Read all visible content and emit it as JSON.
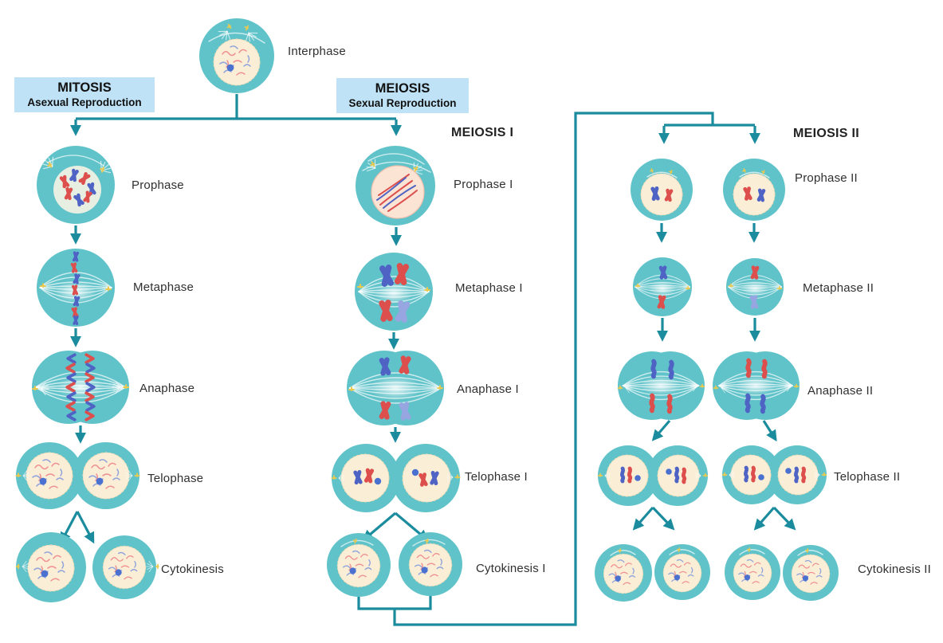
{
  "interphase": {
    "label": "Interphase"
  },
  "mitosis": {
    "header": {
      "title": "MITOSIS",
      "subtitle": "Asexual Reproduction"
    },
    "stages": [
      {
        "label": "Prophase"
      },
      {
        "label": "Metaphase"
      },
      {
        "label": "Anaphase"
      },
      {
        "label": "Telophase"
      },
      {
        "label": "Cytokinesis"
      }
    ]
  },
  "meiosis": {
    "header": {
      "title": "MEIOSIS",
      "subtitle": "Sexual Reproduction"
    },
    "phase1": {
      "title": "MEIOSIS I",
      "stages": [
        {
          "label": "Prophase I"
        },
        {
          "label": "Metaphase I"
        },
        {
          "label": "Anaphase I"
        },
        {
          "label": "Telophase I"
        },
        {
          "label": "Cytokinesis I"
        }
      ]
    },
    "phase2": {
      "title": "MEIOSIS II",
      "stages": [
        {
          "label": "Prophase II"
        },
        {
          "label": "Metaphase II"
        },
        {
          "label": "Anaphase II"
        },
        {
          "label": "Telophase II"
        },
        {
          "label": "Cytokinesis II"
        }
      ]
    }
  },
  "colors": {
    "teal": "#60c3c9",
    "arrow": "#1b8c9e",
    "headerBg": "#bfe2f6",
    "red": "#dc4f4d",
    "blue": "#4f63c5",
    "lightBlue": "#97a6e1",
    "cream": "#fbeed6",
    "creamEdge": "#eed9b2",
    "paleNucleus": "#e7efe2",
    "pinkNucleus": "#fce4d4",
    "pinkEdge": "#f0bfae",
    "centriole": "#e9c94f",
    "nucleolus": "#4a71cf",
    "chromatinRed": "#ef9191",
    "chromatinBlue": "#8fa3dc",
    "text": "#303030"
  }
}
